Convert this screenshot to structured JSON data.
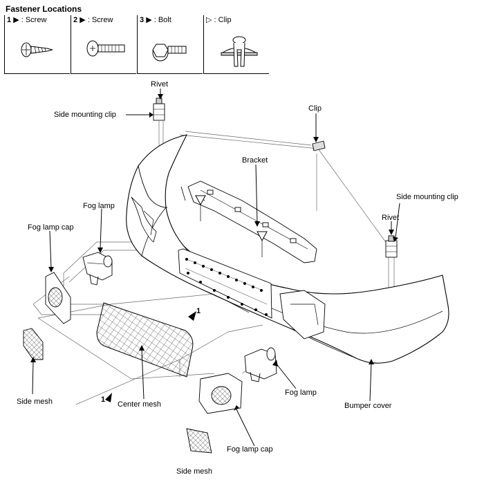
{
  "header": {
    "title": "Fastener Locations"
  },
  "fasteners": [
    {
      "num": "1",
      "label": ": Screw",
      "icon": "tapping-screw-icon"
    },
    {
      "num": "2",
      "label": ": Screw",
      "icon": "machine-screw-icon"
    },
    {
      "num": "3",
      "label": ": Bolt",
      "icon": "flange-bolt-icon"
    },
    {
      "num": "",
      "label": ": Clip",
      "icon": "push-clip-icon"
    }
  ],
  "labels": {
    "rivet_top": "Rivet",
    "side_mounting_clip_left": "Side mounting clip",
    "clip": "Clip",
    "bracket": "Bracket",
    "side_mounting_clip_right": "Side mounting clip",
    "rivet_right": "Rivet",
    "fog_lamp_left": "Fog lamp",
    "fog_lamp_cap_left": "Fog lamp cap",
    "callout_1_upper": "1",
    "callout_1_lower": "1",
    "side_mesh_left": "Side mesh",
    "center_mesh": "Center mesh",
    "fog_lamp_right": "Fog lamp",
    "bumper_cover": "Bumper cover",
    "fog_lamp_cap_right": "Fog lamp cap",
    "side_mesh_bottom": "Side mesh"
  }
}
